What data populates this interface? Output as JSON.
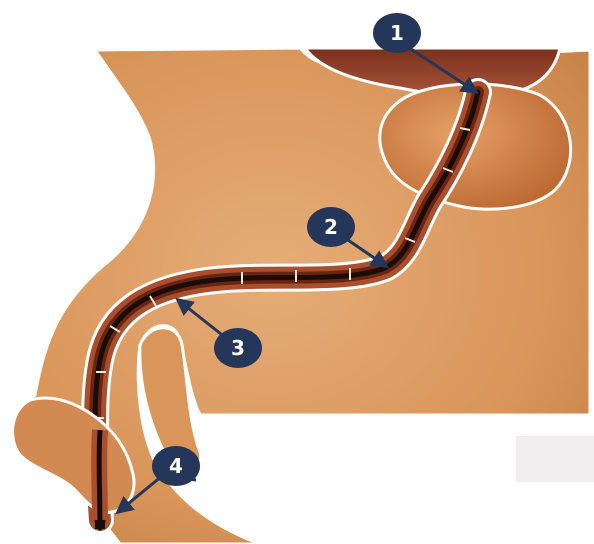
{
  "diagram": {
    "markers": [
      {
        "id": "marker-1",
        "label": "1"
      },
      {
        "id": "marker-2",
        "label": "2"
      },
      {
        "id": "marker-3",
        "label": "3"
      },
      {
        "id": "marker-4",
        "label": "4"
      }
    ],
    "colors": {
      "skin": "#d9955a",
      "skin_light": "#e8b282",
      "skin_dark": "#b8703a",
      "bladder": "#8c3d25",
      "prostate": "#c8743a",
      "urethra_wall": "#a8502e",
      "urethra_lumen": "#5a1c10",
      "scope": "#1a0c08",
      "outline": "#ffffff",
      "badge": "#24365a",
      "arrow": "#24365a"
    }
  }
}
